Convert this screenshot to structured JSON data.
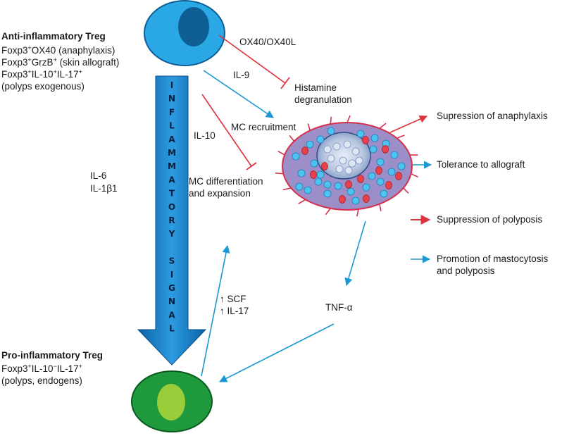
{
  "anti_treg": {
    "title": "Anti-inflammatory Treg",
    "lines": [
      {
        "base": "Foxp3",
        "sup1": "+",
        "mid": "OX40 (anaphylaxis)",
        "sup2": "",
        "tail": ""
      },
      {
        "base": "Foxp3",
        "sup1": "+",
        "mid": "GrzB",
        "sup2": "+",
        "tail": " (skin allograft)"
      },
      {
        "base": "Foxp3",
        "sup1": "+",
        "mid": "IL-10",
        "sup2": "+",
        "tail": "IL-17",
        "sup3": "+"
      }
    ],
    "last_line": "(polyps exogenous)"
  },
  "pro_treg": {
    "title": "Pro-inflammatory Treg",
    "line1": {
      "a": "Foxp3",
      "a_sup": "+",
      "b": "IL-10",
      "b_sup": "−",
      "c": "IL-17",
      "c_sup": "+"
    },
    "line2": "(polyps, endogens)"
  },
  "signal_letters": [
    "I",
    "N",
    "F",
    "L",
    "A",
    "M",
    "M",
    "A",
    "T",
    "O",
    "R",
    "Y",
    "",
    "S",
    "I",
    "G",
    "N",
    "A",
    "L"
  ],
  "labels": {
    "il6": "IL-6",
    "il1b": "IL-1β1",
    "ox40": "OX40/OX40L",
    "il9": "IL-9",
    "histamine1": "Histamine",
    "histamine2": "degranulation",
    "mc_recruit": "MC recruitment",
    "il10": "IL-10",
    "mc_diff1": "MC differentiation",
    "mc_diff2": "and expansion",
    "scf": "↑ SCF",
    "il17": "↑ IL-17",
    "tnf": "TNF-α"
  },
  "outcomes": {
    "o1": "Supression of anaphylaxis",
    "o2": "Tolerance to allograft",
    "o3": "Suppression of polyposis",
    "o4a": "Promotion of mastocytosis",
    "o4b": "and polyposis"
  },
  "colors": {
    "red": "#e0323c",
    "blue": "#1b98d3",
    "anti_cell": "#2aa8e6",
    "anti_nucleus": "#0f5f95",
    "pro_cell": "#1e9a3c",
    "pro_nucleus": "#9acd3a",
    "mast_cell": "#9b8ec9",
    "mast_border": "#d6304a"
  }
}
